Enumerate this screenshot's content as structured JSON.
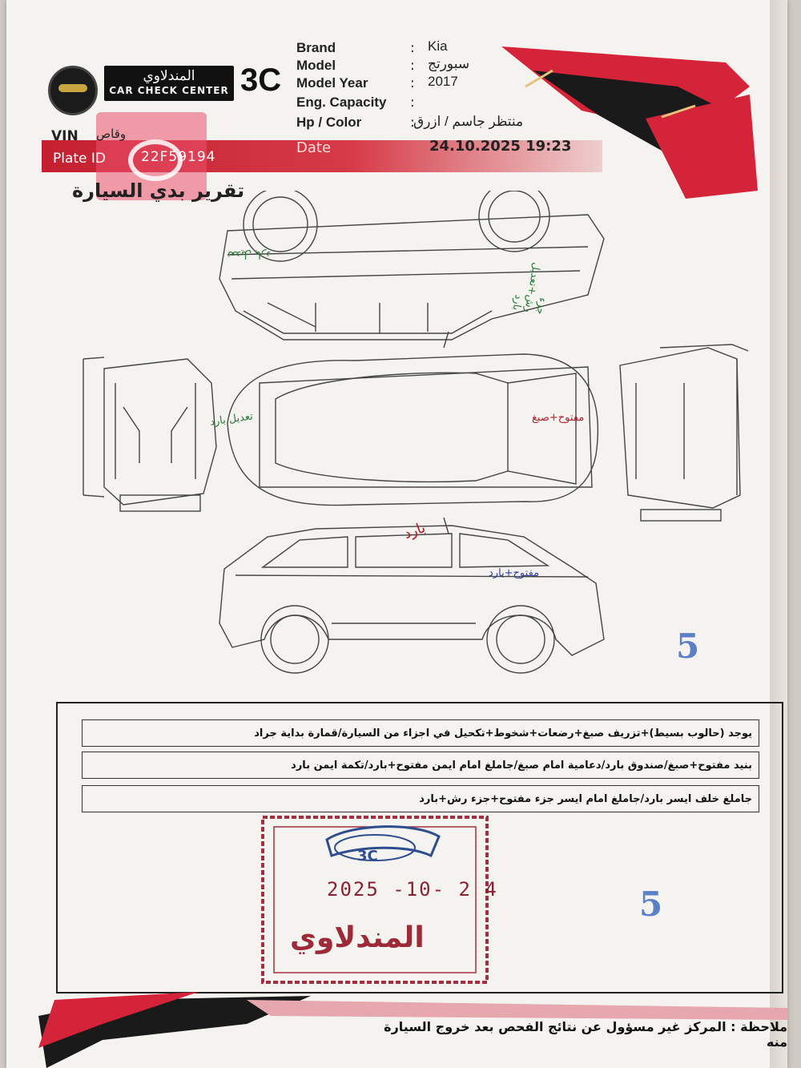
{
  "header": {
    "brand_arabic": "المندلاوي",
    "brand_english": "CAR CHECK CENTER",
    "brand_code": "3C"
  },
  "vehicle": {
    "fields": [
      {
        "label": "Brand",
        "value": "Kia"
      },
      {
        "label": "Model",
        "value": "سبورتج"
      },
      {
        "label": "Model Year",
        "value": "2017"
      },
      {
        "label": "Eng. Capacity",
        "value": ""
      },
      {
        "label": "Hp / Color",
        "value": "منتظر جاسم / ازرق"
      }
    ],
    "vin_label": "VIN",
    "vin_value": "وقاص",
    "plate_label": "Plate ID",
    "plate_value": "22F59194",
    "date_label": "Date",
    "date_value": "24.10.2025 19:23"
  },
  "report_title": "تقرير بدي السيارة",
  "diagram_annotations": {
    "top_view_left": "تعديل بارد",
    "top_view_right": "جزء رش+تعديل بارد",
    "roof_left": "تعديل بارد",
    "roof_right": "مفتوح+صبغ",
    "side_roof": "بارد",
    "side_door": "مفتوح+بارد",
    "mark_number": "5"
  },
  "notes": [
    "يوجد (حالوب بسيط)+تزريف صبغ+رضعات+شخوط+تكحيل في اجزاء من السيارة/قمارة بداية جراد",
    "بنيد مفتوح+صبغ/صندوق بارد/دعامية امام صبغ/جاملغ امام ايمن مفتوح+بارد/تكمة ايمن بارد",
    "جاملغ خلف ايسر بارد/جاملغ امام ايسر جزء مفتوح+جزء رش+بارد"
  ],
  "stamp": {
    "date": "2025 -10- 2 4",
    "name": "المندلاوي",
    "code": "3C"
  },
  "stamp_number": "5",
  "footer_note": "ملاحظة : المركز غير مسؤول عن نتائج الفحص بعد خروج السيارة منه",
  "colors": {
    "brand_red": "#c4202f",
    "annotation_green": "#2a7a3a",
    "annotation_blue": "#2f3f9a",
    "annotation_red": "#b01e2c",
    "stamp_red": "#9c2a39"
  }
}
